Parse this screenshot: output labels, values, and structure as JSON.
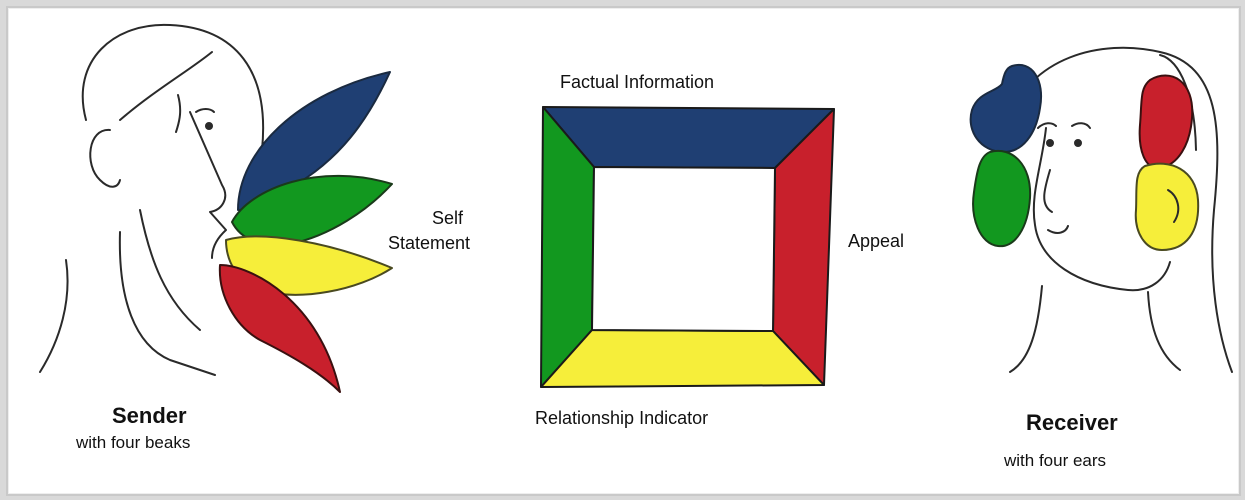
{
  "colors": {
    "blue": "#1f3f73",
    "green": "#12981f",
    "yellow": "#f6ee3a",
    "red": "#c8202c",
    "ink": "#2a2a2a"
  },
  "square": {
    "top": "Factual Information",
    "left_line1": "Self",
    "left_line2": "Statement",
    "right": "Appeal",
    "bottom": "Relationship Indicator"
  },
  "sender": {
    "title": "Sender",
    "subtitle": "with four beaks"
  },
  "receiver": {
    "title": "Receiver",
    "subtitle": "with four ears"
  }
}
